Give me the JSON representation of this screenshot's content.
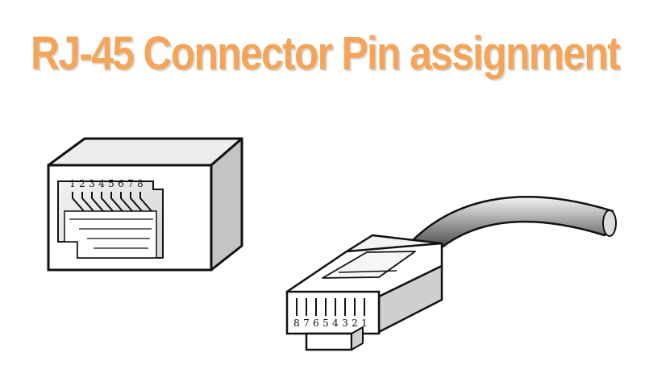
{
  "title": "RJ-45 Connector Pin assignment",
  "colors": {
    "title": "#f5a55a",
    "title_shadow": "#d8d8d8",
    "outline": "#111111",
    "face_gray": "#e6e6e6",
    "side_gray": "#bdbdbd",
    "cable_dark": "#4a4a4a",
    "cable_light": "#f0f0f0"
  },
  "jack": {
    "pin_labels": [
      "1",
      "2",
      "3",
      "4",
      "5",
      "6",
      "7",
      "8"
    ]
  },
  "plug": {
    "pin_labels": [
      "8",
      "7",
      "6",
      "5",
      "4",
      "3",
      "2",
      "1"
    ]
  },
  "icons": [
    "rj45-jack-icon",
    "rj45-plug-icon",
    "cable-icon"
  ]
}
